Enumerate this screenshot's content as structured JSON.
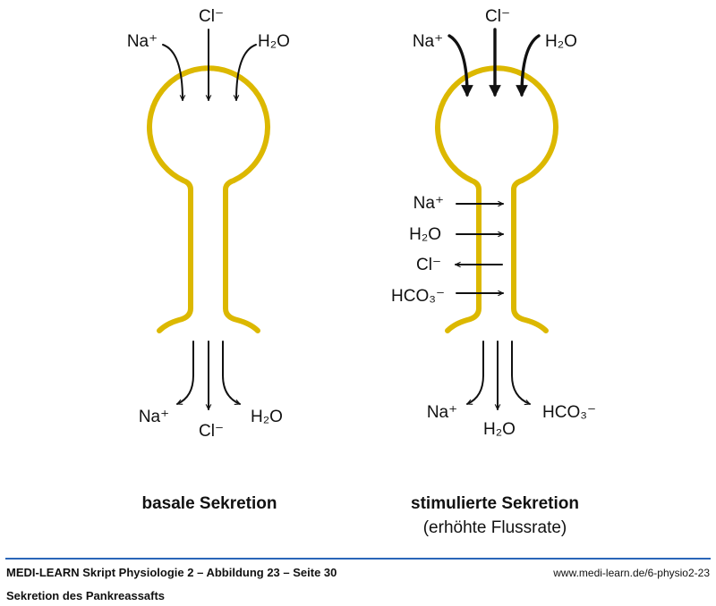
{
  "colors": {
    "duct": "#dcb800",
    "rule": "#2a66b8"
  },
  "basal": {
    "title": "basale Sekretion",
    "in_labels": {
      "na": "Na⁺",
      "cl": "Cl⁻",
      "h2o": "H₂O"
    },
    "out_labels": {
      "na": "Na⁺",
      "cl": "Cl⁻",
      "h2o": "H₂O"
    }
  },
  "stimulated": {
    "title": "stimulierte Sekretion",
    "subtitle": "(erhöhte Flussrate)",
    "in_labels": {
      "na": "Na⁺",
      "cl": "Cl⁻",
      "h2o": "H₂O"
    },
    "duct_labels": {
      "na": "Na⁺",
      "h2o": "H₂O",
      "cl": "Cl⁻",
      "hco3": "HCO₃⁻"
    },
    "out_labels": {
      "na": "Na⁺",
      "h2o": "H₂O",
      "hco3": "HCO₃⁻"
    }
  },
  "footer": {
    "source": "MEDI-LEARN Skript Physiologie 2 – Abbildung 23 – Seite 30",
    "caption": "Sekretion des Pankreassafts",
    "url": "www.medi-learn.de/6-physio2-23"
  }
}
